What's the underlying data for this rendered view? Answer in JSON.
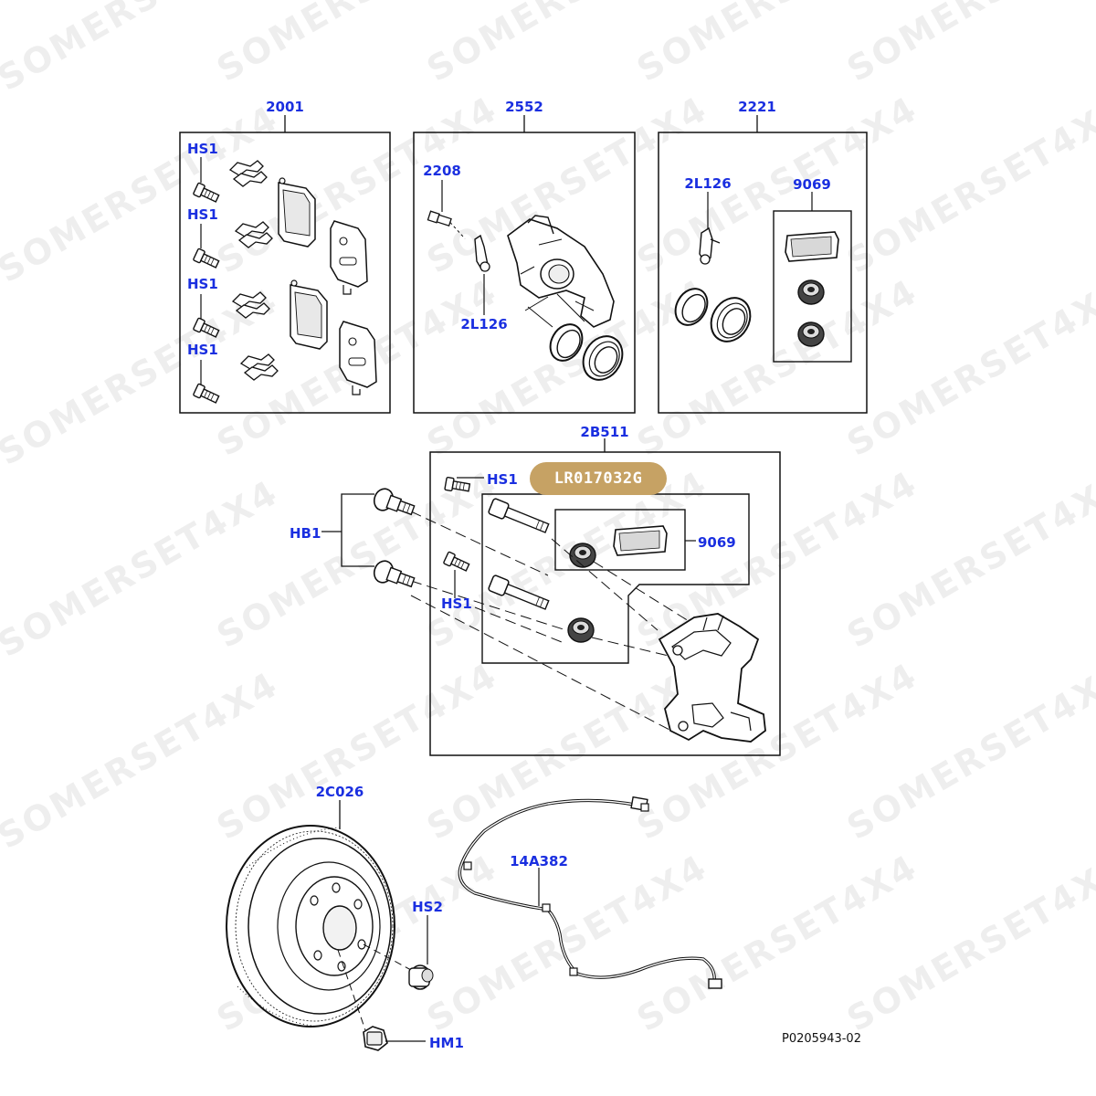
{
  "watermark": "SOMERSET4X4",
  "part_number_badge": "LR017032G",
  "figure_ref": "P0205943-02",
  "colors": {
    "callout": "#1a2fe0",
    "badge": "#c6a264",
    "line": "#111111"
  },
  "panels": {
    "pads": {
      "label": "2001",
      "callouts": [
        "HS1",
        "HS1",
        "HS1",
        "HS1"
      ]
    },
    "caliper": {
      "label": "2552",
      "callouts": [
        "2208",
        "2L126"
      ]
    },
    "seal_kit": {
      "label": "2221",
      "callouts": [
        "2L126",
        "9069"
      ]
    },
    "carrier": {
      "label": "2B511",
      "callouts": [
        "HS1",
        "9069",
        "HS1"
      ]
    }
  },
  "loose": {
    "carrier_bolts": "HB1",
    "disc": "2C026",
    "disc_screw": "HS2",
    "hub_nut": "HM1",
    "sensor": "14A382"
  }
}
